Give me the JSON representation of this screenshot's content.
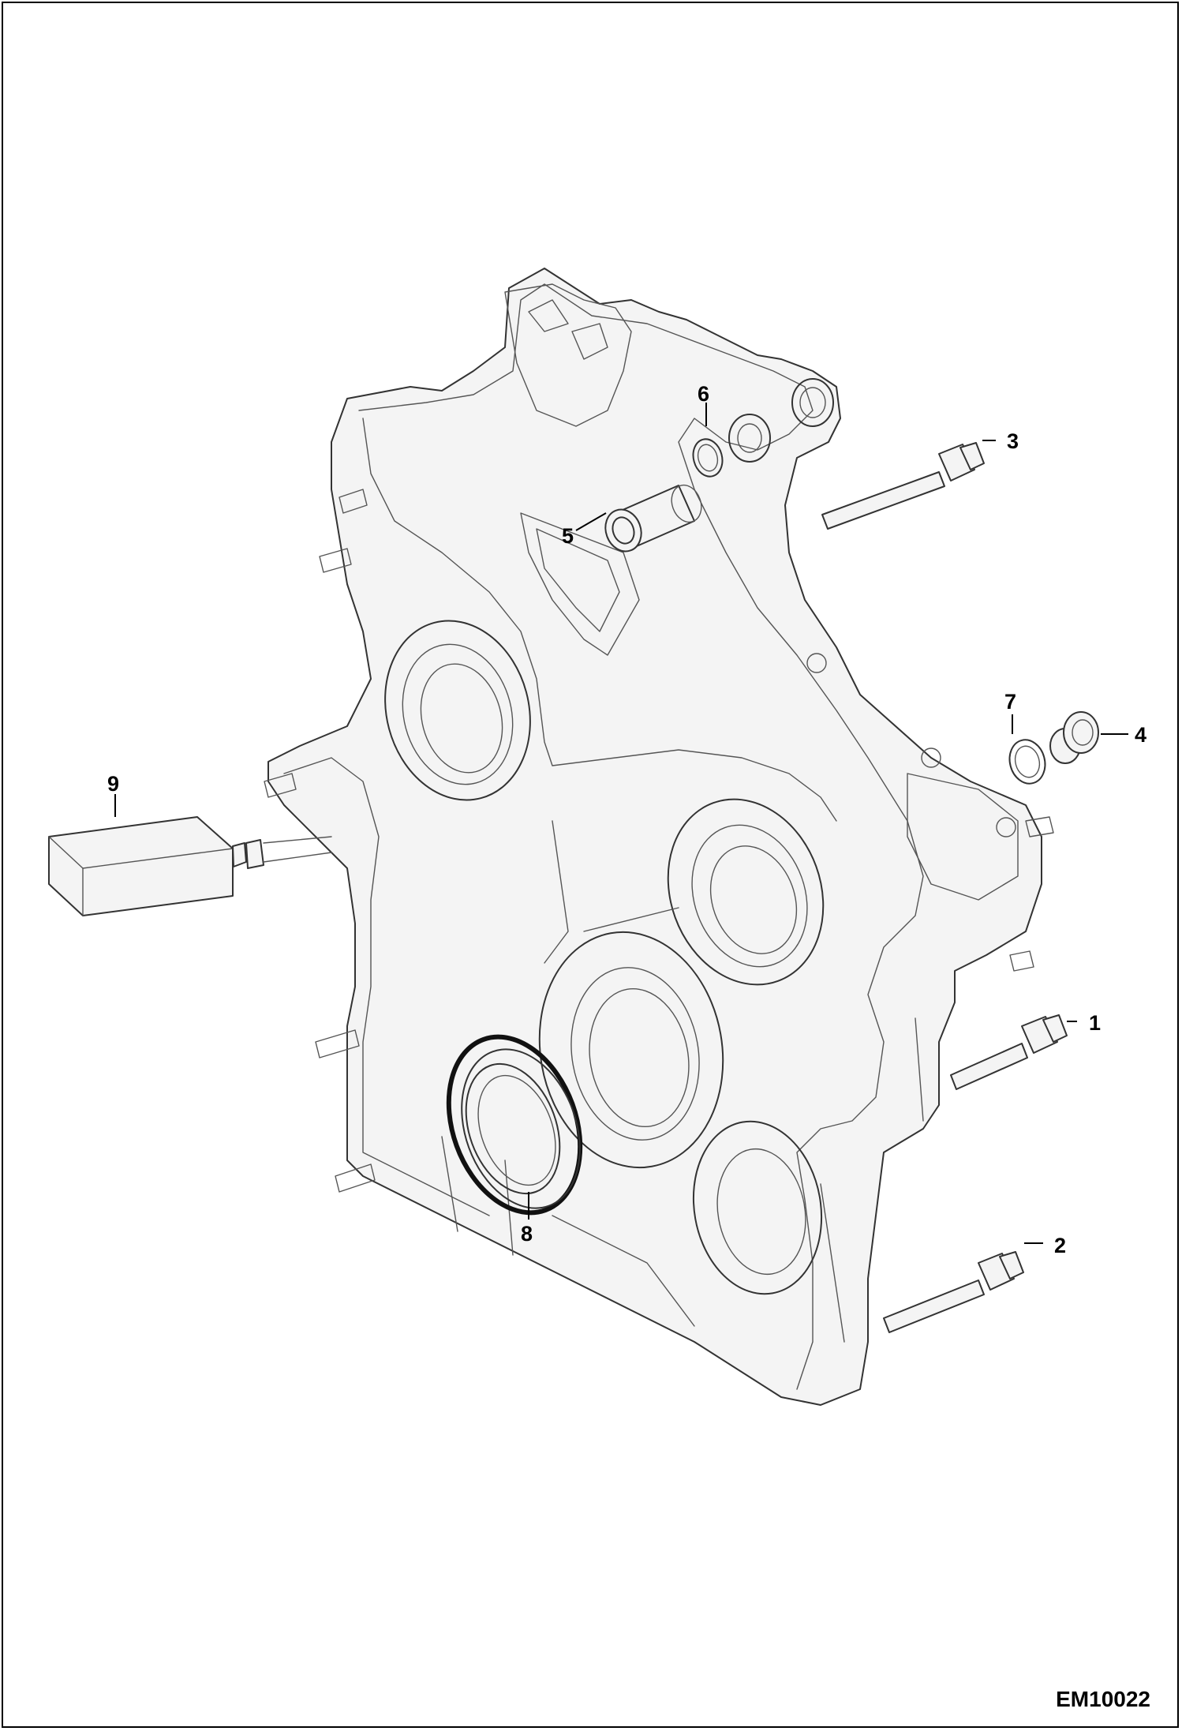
{
  "figure_id": "EM10022",
  "callouts": {
    "c1": "1",
    "c2": "2",
    "c3": "3",
    "c4": "4",
    "c5": "5",
    "c6": "6",
    "c7": "7",
    "c8": "8",
    "c9": "9"
  }
}
